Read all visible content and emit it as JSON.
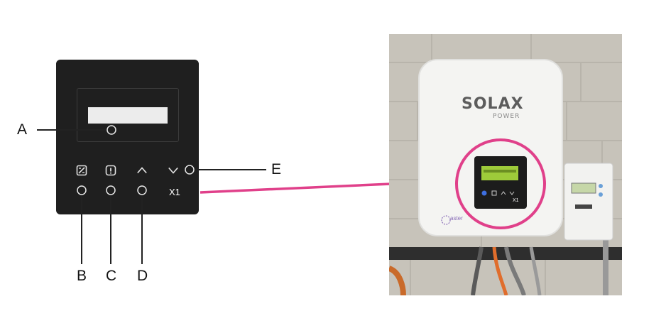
{
  "panel": {
    "model_label": "X1",
    "icons": [
      "setting-icon",
      "fault-icon",
      "up-arrow-icon",
      "down-arrow-icon"
    ]
  },
  "callouts": {
    "a": "A",
    "b": "B",
    "c": "C",
    "d": "D",
    "e": "E"
  },
  "photo": {
    "brand_name": "SOLAX",
    "brand_sub": "POWER",
    "panel_model_label": "X1",
    "side_logo": "aster"
  },
  "colors": {
    "arrow": "#e0408a",
    "panel": "#1f1f1f",
    "lcd_backlit": "#9ecb3a"
  }
}
